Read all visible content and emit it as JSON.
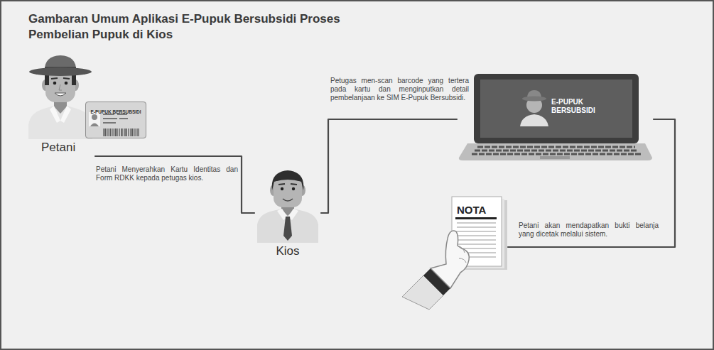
{
  "diagram": {
    "title": "Gambaran Umum Aplikasi E-Pupuk Bersubsidi Proses Pembelian Pupuk di Kios",
    "nodes": [
      {
        "text": [
          "Petani"
        ]
      },
      {
        "text": [
          "E-PUPUK BERSUBSIDI"
        ]
      },
      {
        "text": [
          "Kios"
        ]
      },
      {
        "text": [
          "E-PUPUK BERSUBSIDI"
        ]
      },
      {
        "text": [
          "NOTA"
        ]
      }
    ],
    "edges": [
      {
        "from": 0,
        "to": 2,
        "arrow": "none",
        "label": "Petani Menyerahkan Kartu Identitas dan Form RDKK kepada petugas kios."
      },
      {
        "from": 2,
        "to": 3,
        "arrow": "none",
        "label": "Petugas men-scan barcode yang tertera pada kartu dan menginputkan detail pembelanjaan ke SIM E-Pupuk Bersubsidi."
      },
      {
        "from": 3,
        "to": 4,
        "arrow": "none",
        "label": "Petani akan mendapatkan bukti belanja yang dicetak melalui sistem."
      }
    ]
  }
}
